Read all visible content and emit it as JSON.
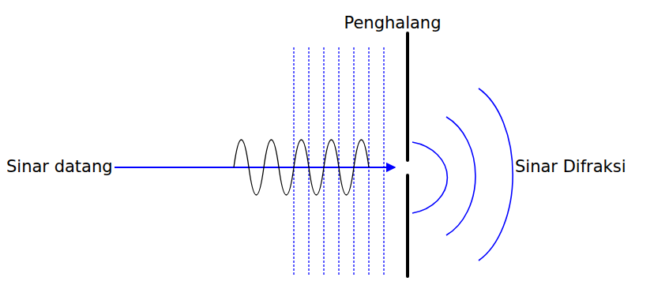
{
  "diagram": {
    "labels": [
      "Penghalang",
      "Sinar datang",
      "Sinar Difraksi"
    ]
  }
}
